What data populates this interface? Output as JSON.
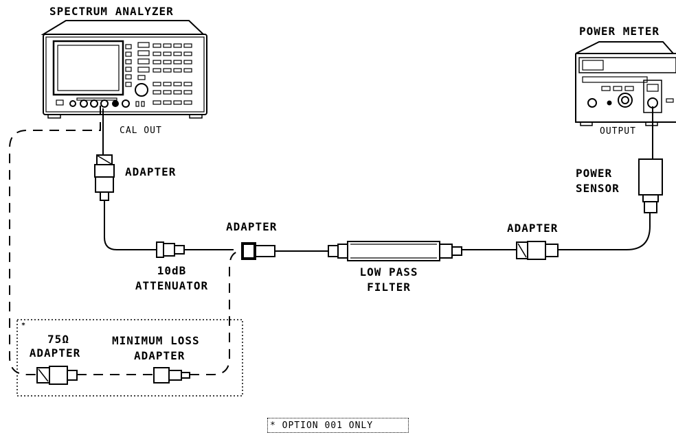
{
  "labels": {
    "spectrum_analyzer": "SPECTRUM ANALYZER",
    "power_meter": "POWER METER",
    "cal_out": "CAL OUT",
    "output": "OUTPUT",
    "adapter_top": "ADAPTER",
    "power_sensor_1": "POWER",
    "power_sensor_2": "SENSOR",
    "adapter_mid": "ADAPTER",
    "adapter_right": "ADAPTER",
    "attenuator_1": "10dB",
    "attenuator_2": "ATTENUATOR",
    "filter_1": "LOW PASS",
    "filter_2": "FILTER",
    "adapter75_1": "75Ω",
    "adapter75_2": "ADAPTER",
    "minloss_1": "MINIMUM LOSS",
    "minloss_2": "ADAPTER",
    "option_note": "* OPTION 001 ONLY",
    "asterisk": "*"
  }
}
